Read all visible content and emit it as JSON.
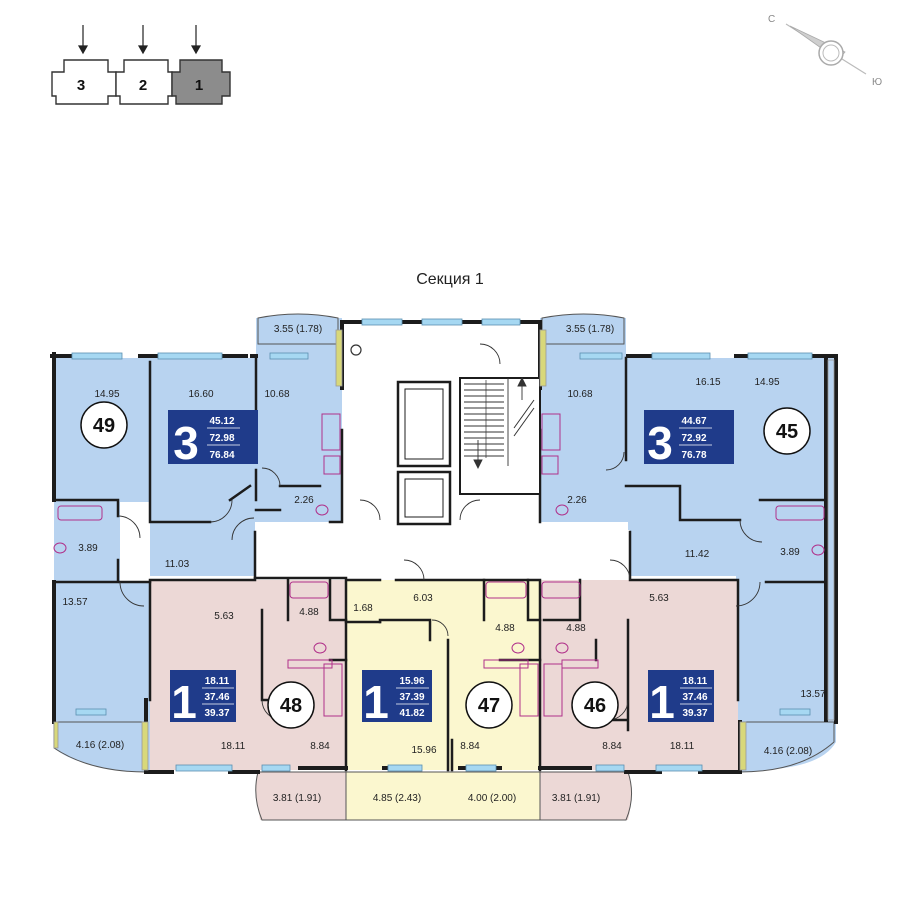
{
  "section_title": "Секция 1",
  "compass": {
    "north": "С",
    "south": "Ю"
  },
  "key_plan": [
    {
      "label": "3",
      "selected": false
    },
    {
      "label": "2",
      "selected": false
    },
    {
      "label": "1",
      "selected": true
    }
  ],
  "colors": {
    "blue_room": "#b8d3f0",
    "pink_room": "#ecd8d6",
    "yellow_room": "#fbf7cf",
    "corridor": "#ffffff",
    "wall": "#1c1c1c",
    "window": "#a6d8f2",
    "badge": "#1f3b8a",
    "key_selected": "#8c8c8c"
  },
  "apartments": [
    {
      "number": "49",
      "rooms": "",
      "areas": []
    },
    {
      "number": "",
      "rooms": "3",
      "areas": [
        "45.12",
        "72.98",
        "76.84"
      ]
    },
    {
      "number": "45",
      "rooms": "",
      "areas": []
    },
    {
      "number": "",
      "rooms": "3",
      "areas": [
        "44.67",
        "72.92",
        "76.78"
      ]
    },
    {
      "number": "48",
      "rooms": "1",
      "areas": [
        "18.11",
        "37.46",
        "39.37"
      ]
    },
    {
      "number": "47",
      "rooms": "1",
      "areas": [
        "15.96",
        "37.39",
        "41.82"
      ]
    },
    {
      "number": "46",
      "rooms": "1",
      "areas": [
        "18.11",
        "37.46",
        "39.37"
      ]
    }
  ],
  "room_labels": [
    "3.55 (1.78)",
    "14.95",
    "16.60",
    "10.68",
    "2.26",
    "3.89",
    "11.03",
    "13.57",
    "4.16 (2.08)",
    "3.55 (1.78)",
    "10.68",
    "16.15",
    "14.95",
    "2.26",
    "3.89",
    "11.42",
    "13.57",
    "4.16 (2.08)",
    "5.63",
    "4.88",
    "18.11",
    "8.84",
    "3.81 (1.91)",
    "1.68",
    "6.03",
    "4.88",
    "15.96",
    "8.84",
    "4.85 (2.43)",
    "4.00 (2.00)",
    "4.88",
    "5.63",
    "18.11",
    "8.84",
    "3.81 (1.91)"
  ]
}
